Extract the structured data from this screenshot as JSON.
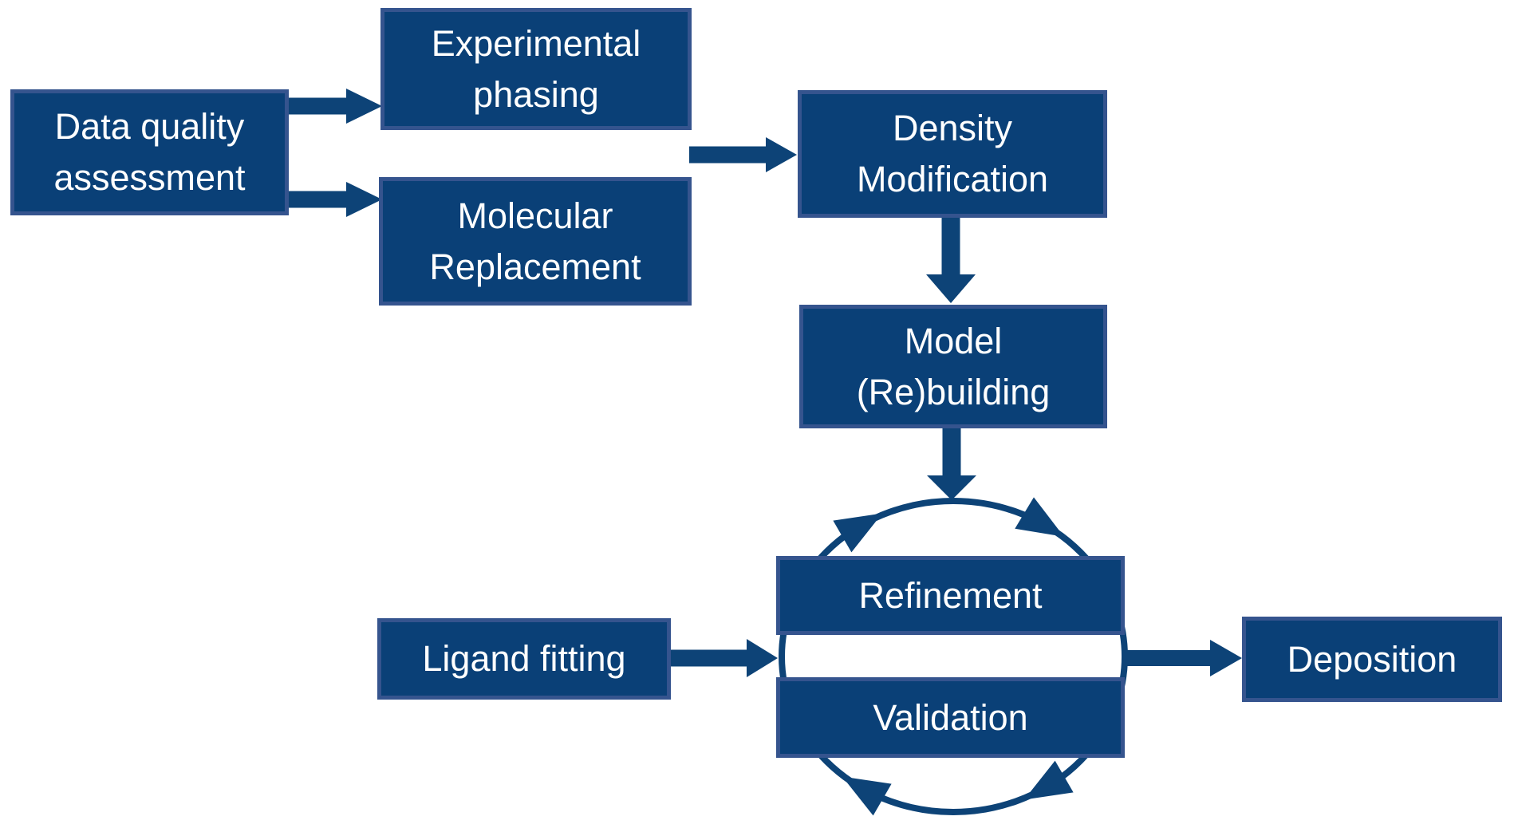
{
  "diagram": {
    "description": "Crystallographic structure solution workflow",
    "colors": {
      "background": "#ffffff",
      "box_fill": "#0a4077",
      "box_border": "#35548e",
      "arrow": "#0d4377",
      "text": "#ffffff"
    },
    "nodes": {
      "data_quality": {
        "lines": [
          "Data quality",
          "assessment"
        ]
      },
      "experimental_phasing": {
        "lines": [
          "Experimental",
          "phasing"
        ]
      },
      "molecular_replacement": {
        "lines": [
          "Molecular",
          "Replacement"
        ]
      },
      "density_modification": {
        "lines": [
          "Density",
          "Modification"
        ]
      },
      "model_rebuilding": {
        "lines": [
          "Model",
          "(Re)building"
        ]
      },
      "refinement": {
        "lines": [
          "Refinement"
        ]
      },
      "validation": {
        "lines": [
          "Validation"
        ]
      },
      "ligand_fitting": {
        "lines": [
          "Ligand fitting"
        ]
      },
      "deposition": {
        "lines": [
          "Deposition"
        ]
      }
    },
    "edges": [
      {
        "from": "data_quality",
        "to": "experimental_phasing"
      },
      {
        "from": "data_quality",
        "to": "molecular_replacement"
      },
      {
        "from": "experimental_phasing / molecular_replacement",
        "to": "density_modification"
      },
      {
        "from": "density_modification",
        "to": "model_rebuilding"
      },
      {
        "from": "model_rebuilding",
        "to": "refinement_validation_cycle"
      },
      {
        "from": "ligand_fitting",
        "to": "refinement_validation_cycle"
      },
      {
        "from": "refinement_validation_cycle",
        "to": "deposition"
      }
    ],
    "cycle": {
      "between": [
        "refinement",
        "validation"
      ],
      "direction": "clockwise",
      "arrowheads": 4
    }
  }
}
